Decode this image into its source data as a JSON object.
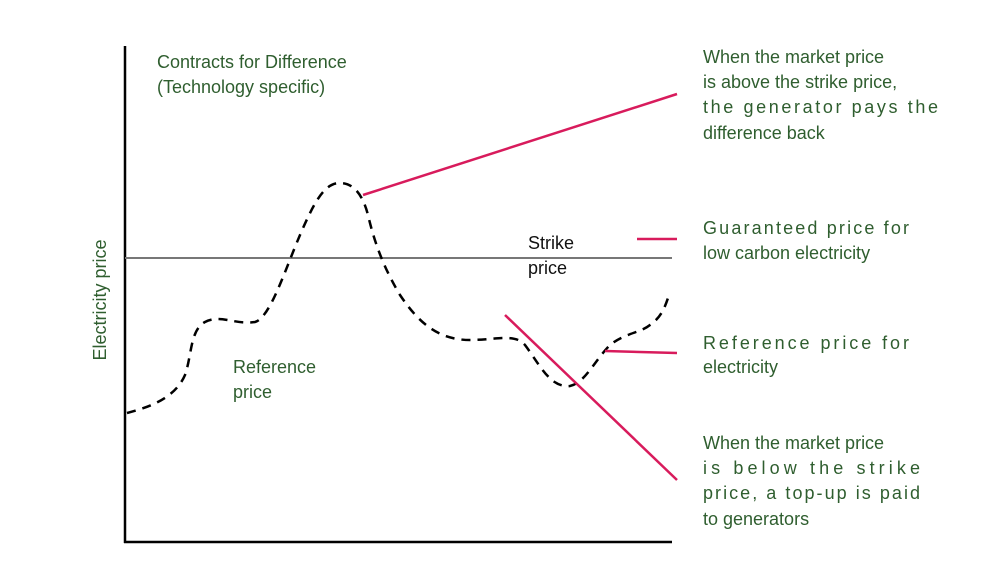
{
  "title": [
    "Contracts for Difference",
    "(Technology specific)"
  ],
  "y_axis_label": "Electricity price",
  "strike_label": [
    "Strike",
    "price"
  ],
  "reference_label": [
    "Reference",
    "price"
  ],
  "annotations": {
    "above": [
      "When the market price",
      "is above the strike price,",
      "the generator pays the",
      "difference back"
    ],
    "strike": [
      "Guaranteed price for",
      "low carbon electricity"
    ],
    "reference": [
      "Reference price for",
      "electricity"
    ],
    "below": [
      "When the market price",
      "is below the strike",
      "price, a top-up is paid",
      "to generators"
    ]
  },
  "colors": {
    "text": "#2f5e2f",
    "callout": "#d81b5c",
    "strike_line": "#777777",
    "axis": "#000000"
  }
}
